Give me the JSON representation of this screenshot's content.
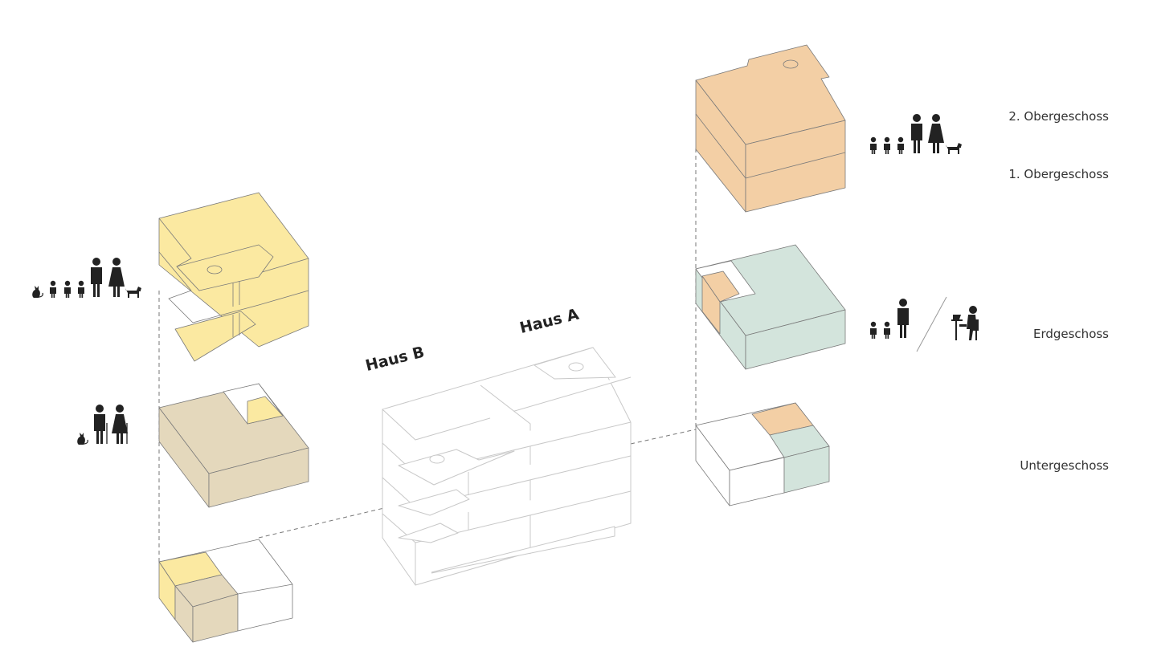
{
  "labels": {
    "floors": {
      "og2": "2. Obergeschoss",
      "og1": "1. Obergeschoss",
      "eg": "Erdgeschoss",
      "ug": "Untergeschoss"
    },
    "houses": {
      "a": "Haus A",
      "b": "Haus B"
    }
  },
  "colors": {
    "apartment_family_a": "#f3cfa5",
    "apartment_family_b": "#fbe9a1",
    "apartment_seniors_b": "#e4d8bc",
    "office_a": "#d3e4dc",
    "line": "#7a7a7a",
    "ghost_line": "#c8c8c8",
    "icons": "#222222"
  },
  "icons": {
    "family_b": "family-with-cat-and-dog-icon",
    "seniors_b": "senior-couple-with-cat-icon",
    "family_a": "family-with-dog-icon",
    "family_a_eg": "parent-with-children-icon",
    "office_a": "person-at-desk-icon"
  }
}
